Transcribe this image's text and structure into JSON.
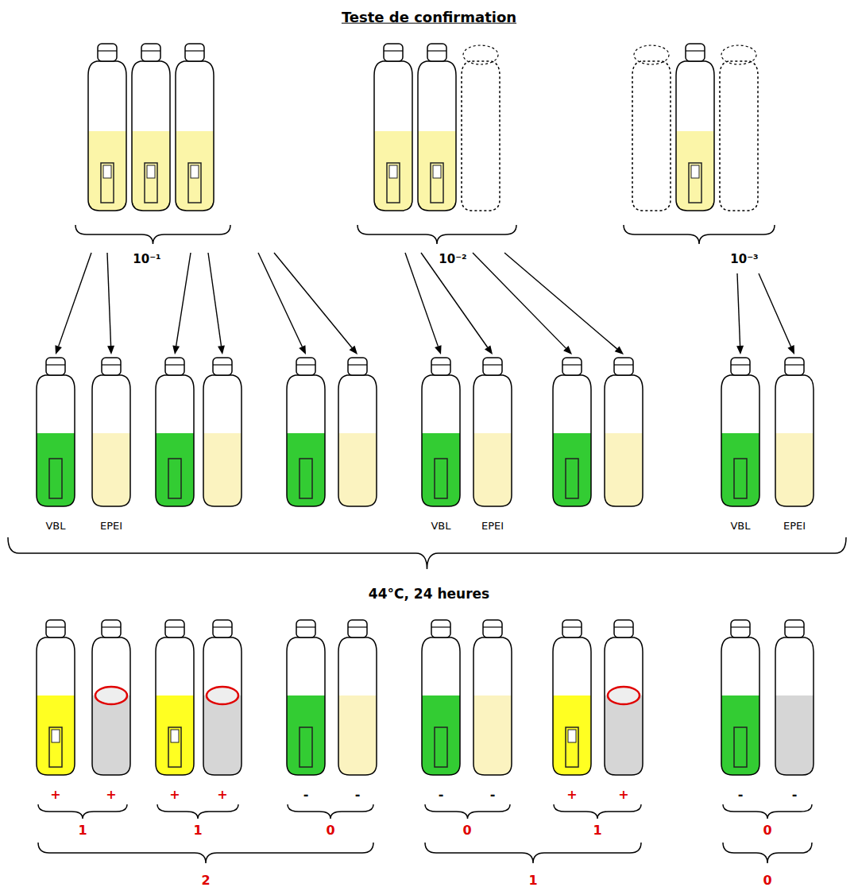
{
  "diagram": {
    "title": "Teste de confirmation",
    "labels": [
      "10⁻¹",
      "10⁻²",
      "10⁻³",
      "VBL",
      "EPEI",
      "VBL",
      "EPEI",
      "VBL",
      "EPEI",
      "44°C, 24 heures",
      "+",
      "+",
      "+",
      "+",
      "-",
      "-",
      "-",
      "-",
      "+",
      "+",
      "-",
      "-",
      "1",
      "1",
      "0",
      "0",
      "1",
      "0",
      "2",
      "1",
      "0"
    ]
  }
}
